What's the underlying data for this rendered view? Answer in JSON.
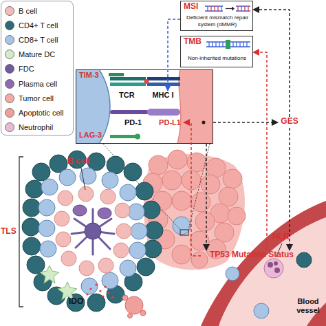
{
  "diagram": {
    "nodes": [
      {
        "text": [
          "MSI",
          "Deficient mismatch repair system (dMMR)"
        ]
      },
      {
        "text": [
          "TMB",
          "Non-inherited mutations"
        ]
      },
      {
        "text": [
          "TIM-3",
          "TCR",
          "PD-1",
          "LAG-3"
        ]
      },
      {
        "text": [
          "MHC I"
        ],
        "in": 2
      },
      {
        "text": [
          "PD-L1"
        ],
        "in": 2
      },
      {
        "text": [
          "GES"
        ]
      },
      {
        "text": [
          "TP53 Mutation Status"
        ]
      }
    ],
    "edges": [
      {
        "from": 0,
        "to": 3,
        "arrow": "to"
      },
      {
        "from": 5,
        "to": 0,
        "arrow": "to"
      },
      {
        "from": 6,
        "to": 1,
        "arrow": "to"
      },
      {
        "from": 2,
        "to": 5,
        "arrow": "to"
      },
      {
        "from": 5,
        "to": 6,
        "arrow": "to"
      },
      {
        "from": 2,
        "to": 6,
        "arrow": "to"
      },
      {
        "from": 6,
        "to": 4,
        "arrow": "to"
      }
    ],
    "labels": [
      "B cell",
      "TLS",
      "NLR",
      "IDO",
      "Blood vessel"
    ],
    "legend": [
      {
        "text": "B cell",
        "color": "#f3bcb8"
      },
      {
        "text": "CD4+ T cell",
        "color": "#2f6b77"
      },
      {
        "text": "CD8+ T cell",
        "color": "#a8c5e6"
      },
      {
        "text": "Mature DC",
        "color": "#d3ecc8"
      },
      {
        "text": "FDC",
        "color": "#6f5a9e"
      },
      {
        "text": "Plasma cell",
        "color": "#8c6bb0"
      },
      {
        "text": "Tumor cell",
        "color": "#f3aaa6"
      },
      {
        "text": "Apoptotic cell",
        "color": "#f0a09c"
      },
      {
        "text": "Neutrophil",
        "color": "#eab9d8"
      }
    ]
  }
}
